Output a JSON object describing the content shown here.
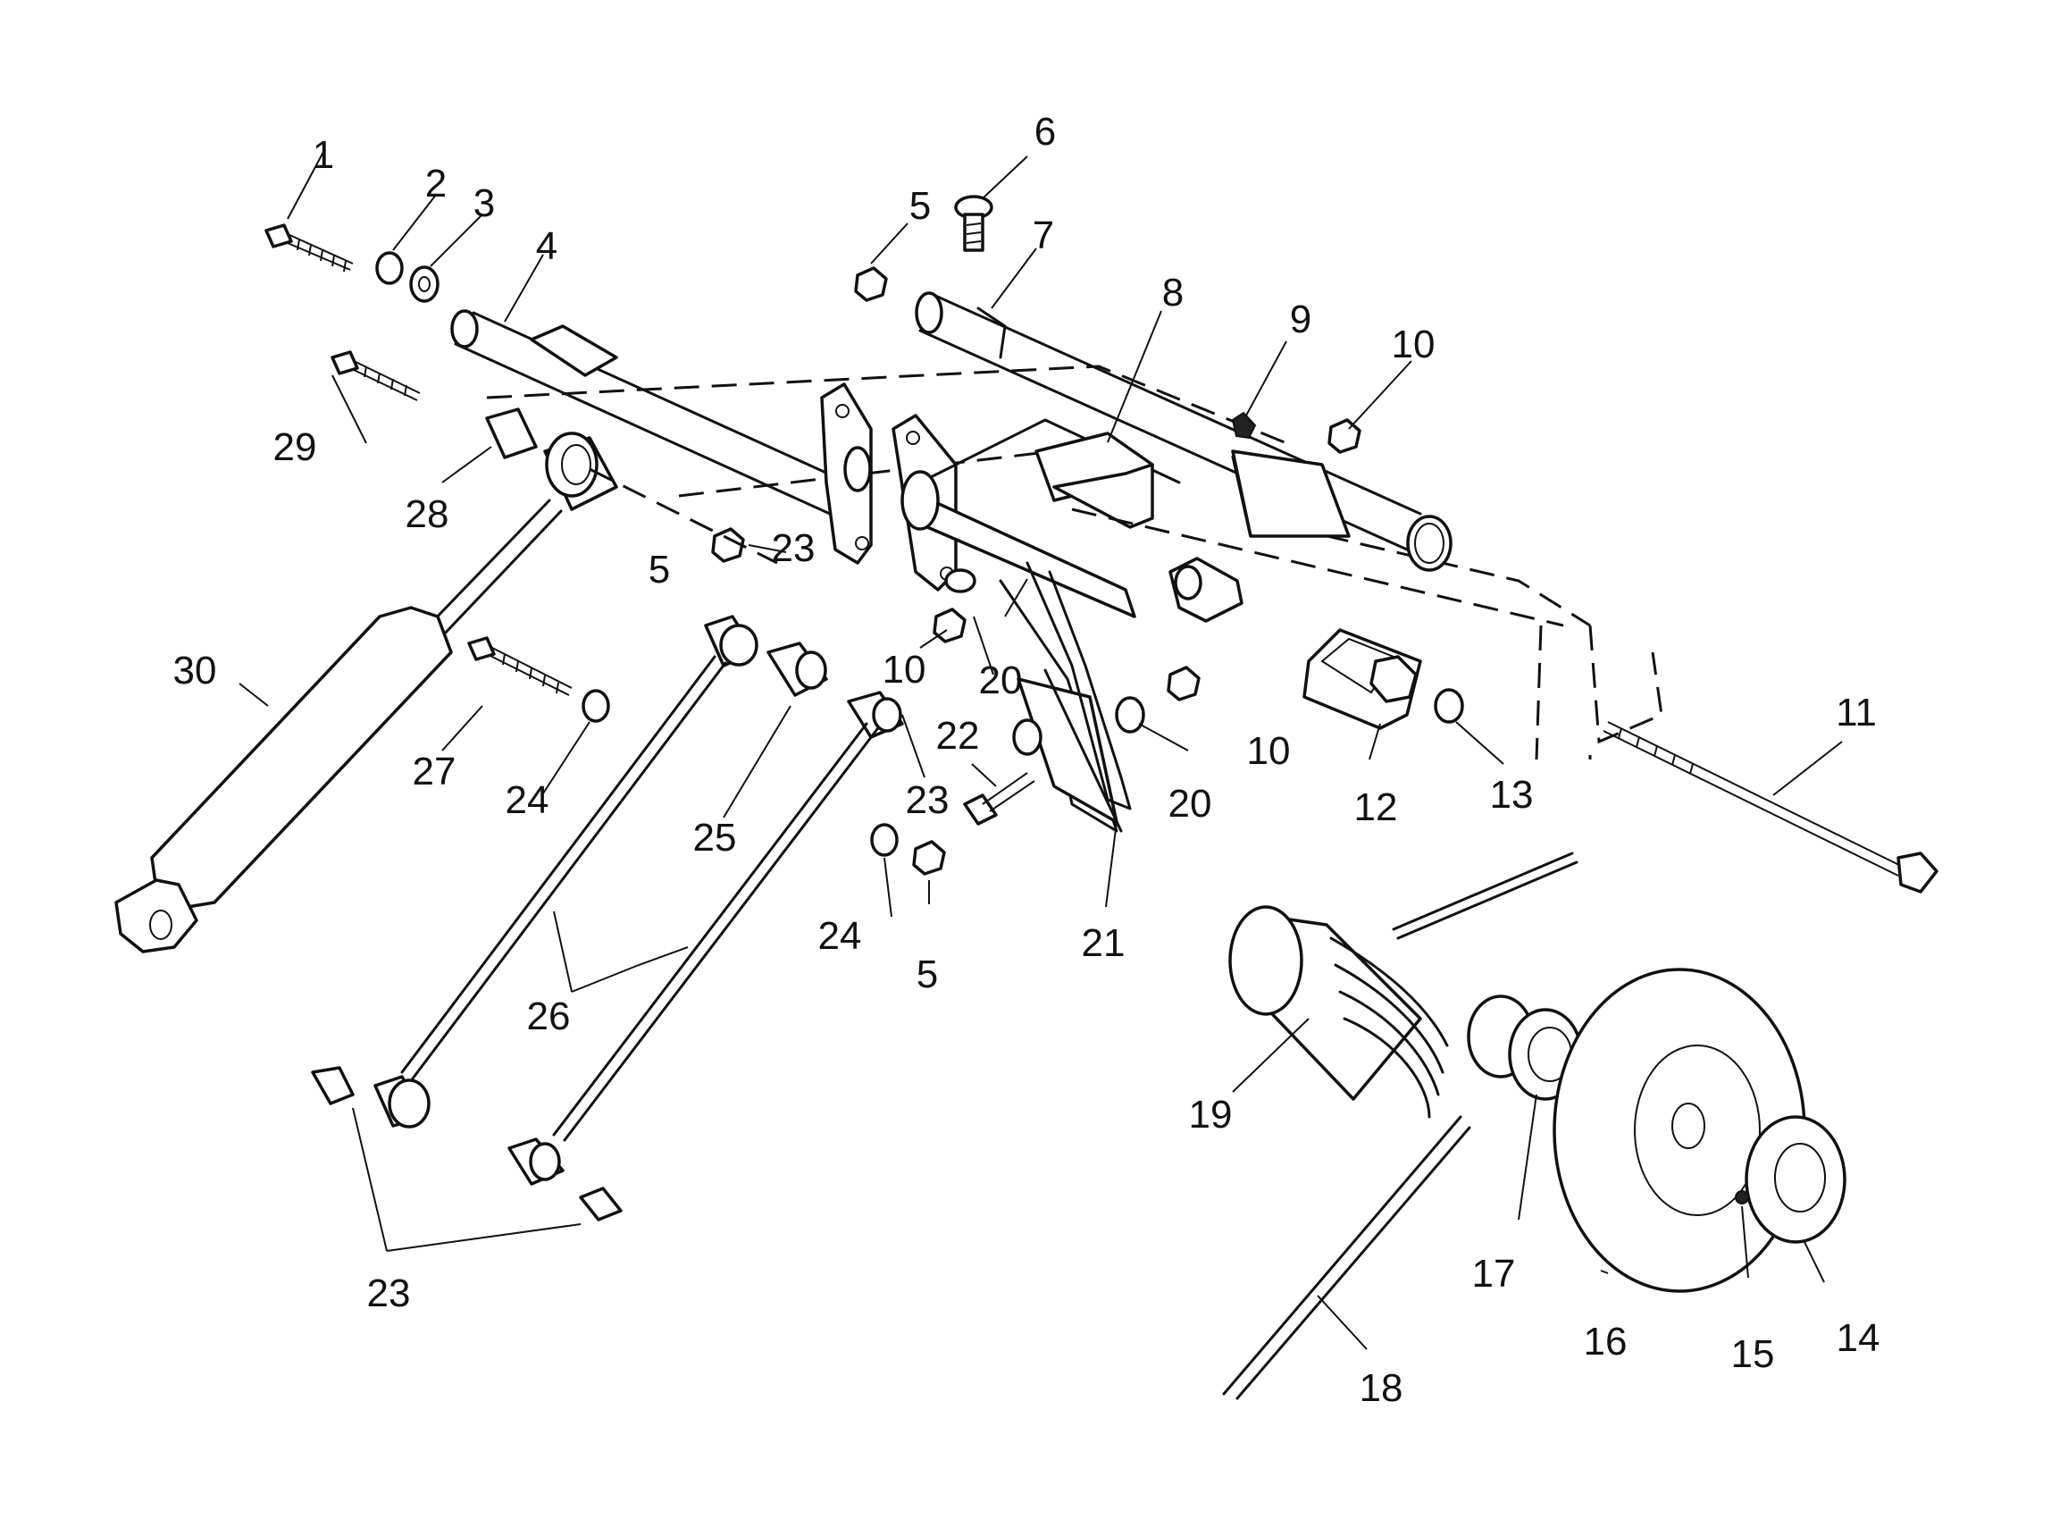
{
  "diagram": {
    "callouts": [
      {
        "id": "c1",
        "text": "1"
      },
      {
        "id": "c2",
        "text": "2"
      },
      {
        "id": "c3",
        "text": "3"
      },
      {
        "id": "c4",
        "text": "4"
      },
      {
        "id": "c5a",
        "text": "5"
      },
      {
        "id": "c5b",
        "text": "5"
      },
      {
        "id": "c5c",
        "text": "5"
      },
      {
        "id": "c6",
        "text": "6"
      },
      {
        "id": "c7",
        "text": "7"
      },
      {
        "id": "c8",
        "text": "8"
      },
      {
        "id": "c9",
        "text": "9"
      },
      {
        "id": "c10a",
        "text": "10"
      },
      {
        "id": "c10b",
        "text": "10"
      },
      {
        "id": "c10c",
        "text": "10"
      },
      {
        "id": "c11",
        "text": "11"
      },
      {
        "id": "c12",
        "text": "12"
      },
      {
        "id": "c13",
        "text": "13"
      },
      {
        "id": "c14",
        "text": "14"
      },
      {
        "id": "c15",
        "text": "15"
      },
      {
        "id": "c16",
        "text": "16"
      },
      {
        "id": "c17",
        "text": "17"
      },
      {
        "id": "c18",
        "text": "18"
      },
      {
        "id": "c19",
        "text": "19"
      },
      {
        "id": "c20a",
        "text": "20"
      },
      {
        "id": "c20b",
        "text": "20"
      },
      {
        "id": "c21",
        "text": "21"
      },
      {
        "id": "c22",
        "text": "22"
      },
      {
        "id": "c23a",
        "text": "23"
      },
      {
        "id": "c23b",
        "text": "23"
      },
      {
        "id": "c23c",
        "text": "23"
      },
      {
        "id": "c24a",
        "text": "24"
      },
      {
        "id": "c24b",
        "text": "24"
      },
      {
        "id": "c25",
        "text": "25"
      },
      {
        "id": "c26",
        "text": "26"
      },
      {
        "id": "c27",
        "text": "27"
      },
      {
        "id": "c28",
        "text": "28"
      },
      {
        "id": "c29",
        "text": "29"
      },
      {
        "id": "c30",
        "text": "30"
      }
    ]
  }
}
